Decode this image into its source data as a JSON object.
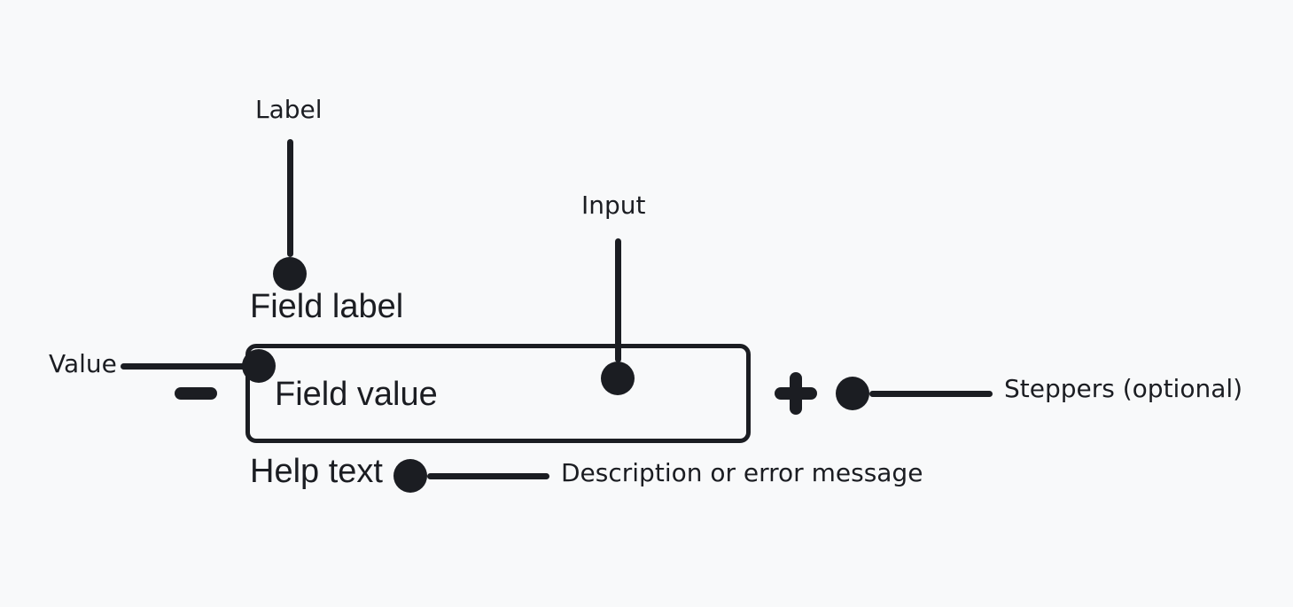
{
  "colors": {
    "background": "#f8f9fa",
    "ink": "#1b1d22"
  },
  "component": {
    "field_label": "Field label",
    "field_value": "Field value",
    "help_text": "Help text"
  },
  "callouts": {
    "label": "Label",
    "input": "Input",
    "value": "Value",
    "steppers": "Steppers (optional)",
    "help": "Description or error message"
  },
  "icons": {
    "minus_icon": "−",
    "plus_icon": "+"
  }
}
